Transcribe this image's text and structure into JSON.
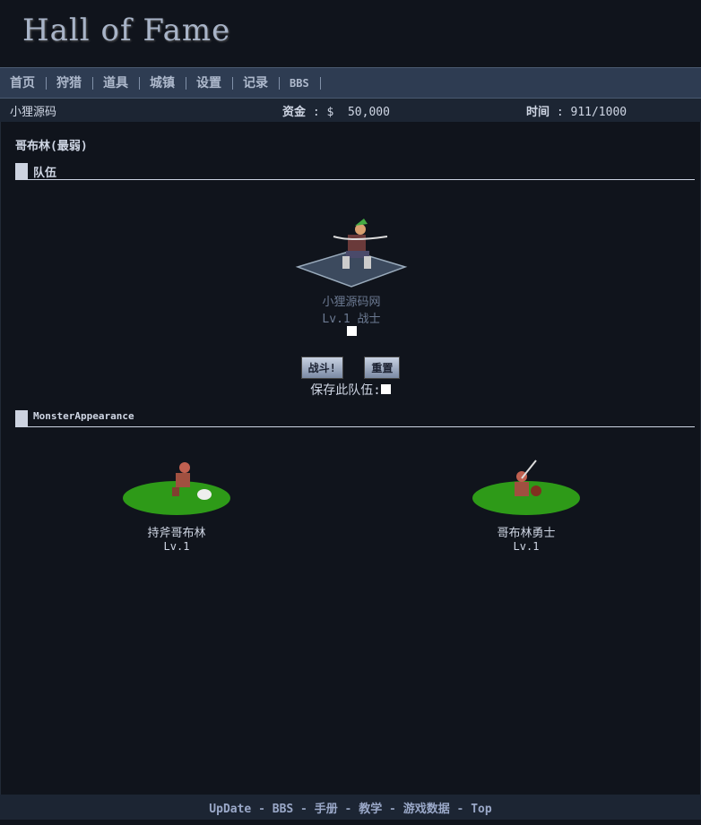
{
  "logo": "Hall of Fame",
  "nav": [
    "首页",
    "狩猎",
    "道具",
    "城镇",
    "设置",
    "记录",
    "BBS"
  ],
  "info": {
    "user": "小狸源码",
    "money_label": "资金",
    "money_value": "$  50,000",
    "time_label": "时间",
    "time_value": "911/1000"
  },
  "page_title": "哥布林(最弱)",
  "party": {
    "heading": "队伍",
    "member": {
      "name": "小狸源码网",
      "level": "Lv.1 战士"
    },
    "fight": "战斗!",
    "reset": "重置",
    "save_label": "保存此队伍:"
  },
  "monsters": {
    "heading": "MonsterAppearance",
    "list": [
      {
        "name": "持斧哥布林",
        "level": "Lv.1"
      },
      {
        "name": "哥布林勇士",
        "level": "Lv.1"
      }
    ]
  },
  "footer": [
    "UpDate",
    "BBS",
    "手册",
    "教学",
    "游戏数据",
    "Top"
  ]
}
